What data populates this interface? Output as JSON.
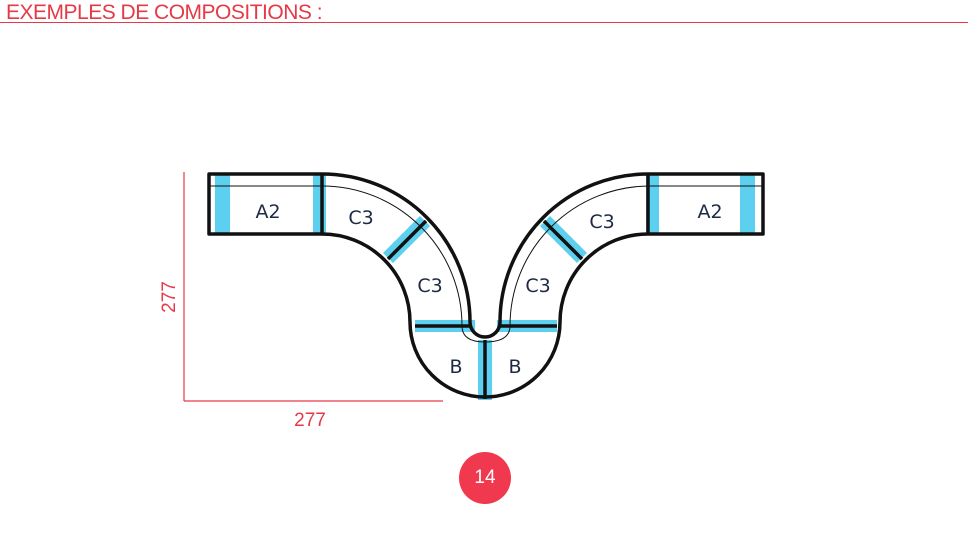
{
  "header": {
    "title": "EXEMPLES DE COMPOSITIONS :"
  },
  "dimensions": {
    "height": "277",
    "width": "277"
  },
  "modules": {
    "left_straight": "A2",
    "left_curve_top": "C3",
    "left_curve_bottom": "C3",
    "left_end": "B",
    "right_end": "B",
    "right_curve_bottom": "C3",
    "right_curve_top": "C3",
    "right_straight": "A2"
  },
  "page_number": "14",
  "colors": {
    "accent": "#e63946",
    "joint": "#5cd0ee",
    "outline": "#111111"
  }
}
